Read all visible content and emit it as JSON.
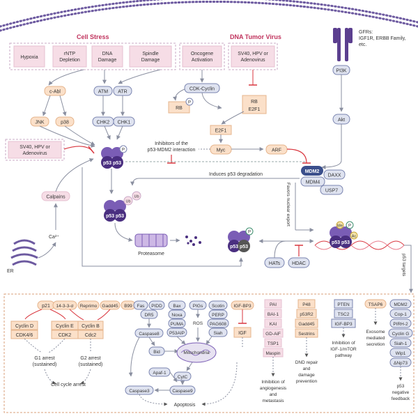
{
  "colors": {
    "purple": "#5b3f8f",
    "blue_node": "#dfe3f0",
    "orange_node": "#fbe0c9",
    "pink_node": "#f7dbe5",
    "red": "#d9363e",
    "gray_line": "#8a8fa0"
  },
  "headers": {
    "cell_stress": "Cell Stress",
    "dna_tumor_virus": "DNA Tumor Virus"
  },
  "gfr": {
    "line1": "GFRs:",
    "line2": "IGF1R, ERBB Family,",
    "line3": "etc."
  },
  "stress": {
    "hypoxia": "Hypoxia",
    "rntp1": "rNTP",
    "rntp2": "Depletion",
    "dna1": "DNA",
    "dna2": "Damage",
    "spindle1": "Spindle",
    "spindle2": "Damage",
    "oncogene1": "Oncogene",
    "oncogene2": "Activation",
    "sv40_1": "SV40, HPV or",
    "sv40_2": "Adenovirus"
  },
  "nodes": {
    "pi3k": "PI3K",
    "akt": "Akt",
    "cabl": "c-Abl",
    "jnk": "JNK",
    "p38": "p38",
    "atm": "ATM",
    "atr": "ATR",
    "chk2": "CHK2",
    "chk1": "CHK1",
    "cdk_cyclin": "CDK-Cyclin",
    "rb": "RB",
    "rb2": "RB",
    "e2f1": "E2F1",
    "e2f1b": "E2F1",
    "myc": "Myc",
    "arf": "ARF",
    "p": "P",
    "sv40b_1": "SV40, HPV or",
    "sv40b_2": "Adenovirus",
    "inhib1": "Inhibitors of the",
    "inhib2": "p53-MDM2 interaction",
    "p53": "p53",
    "mdm2": "MDM2",
    "daxx": "DAXX",
    "mdm4": "MDM4",
    "usp7": "USP7",
    "induces": "Induces p53 degradation",
    "favors": "Favors nuclear export",
    "ub": "Ub",
    "proteasome": "Proteasome",
    "calpains": "Calpains",
    "ca": "Ca²⁺",
    "er": "ER",
    "hats": "HATs",
    "hdac": "HDAC",
    "me": "Me",
    "ac": "Ac",
    "targets": "p53 targets"
  },
  "targets": {
    "col1": {
      "p21": "p21",
      "cycd": "Cyclin D",
      "cdk46": "CDK4/6",
      "cyce": "Cyclin E",
      "cdk2": "CDK2",
      "g1a": "G1 arrest",
      "g1b": "(sustained)"
    },
    "col2": {
      "g14": "14-3-3-σ",
      "reprimo": "Reprimo",
      "gadd45": "Gadd45",
      "b99": "B99",
      "cycb": "Cyclin B",
      "cdc2": "Cdc2",
      "g2a": "G2 arrest",
      "g2b": "(sustained)",
      "arrest": "Cell cycle arrest"
    },
    "apop": {
      "fas": "Fas",
      "pidd": "PIDD",
      "dr5": "DR5",
      "bax": "Bax",
      "noxa": "Noxa",
      "puma": "PUMA",
      "p53aip": "P53AIP",
      "pigs": "PIGs",
      "ros": "ROS",
      "scotin": "Scotin",
      "perp": "PERP",
      "pag608": "PAG608",
      "siah": "Siah",
      "casp8": "Caspase8",
      "bid": "Bid",
      "mito": "Mitochondria",
      "apaf": "Apaf-1",
      "cytc": "CytC",
      "casp9": "Caspase9",
      "casp3": "Caspase3",
      "apoptosis": "Apoptosis"
    },
    "igf": {
      "igfbp3": "IGF-BP3",
      "igf": "IGF"
    },
    "ang": {
      "pai": "PAI",
      "bai1": "BAI-1",
      "kai": "KAI",
      "gdaif": "GD-AiF",
      "tsp1": "TSP1",
      "maspin": "Maspin",
      "l1": "Inhibition of",
      "l2": "angiogenesis",
      "l3": "and",
      "l4": "metastasis"
    },
    "dna": {
      "p48": "P48",
      "p53r2": "p53R2",
      "gadd45": "Gadd45",
      "sestrins": "Sestrins",
      "l1": "DND repair",
      "l2": "and",
      "l3": "damage",
      "l4": "prevention"
    },
    "mtor": {
      "pten": "PTEN",
      "tsc2": "TSC2",
      "igfbp3": "IGF-BP3",
      "l1": "Inhibition of",
      "l2": "IGF-1/mTOR",
      "l3": "pathway"
    },
    "exo": {
      "tsap6": "TSAP6",
      "l1": "Exosome",
      "l2": "mediated",
      "l3": "secretion"
    },
    "fb": {
      "mdm2": "MDM2",
      "cop1": "Cop-1",
      "pirh2": "PIRH-2",
      "cycg": "Cyclin G",
      "siah1": "Siah-1",
      "wip1": "Wip1",
      "dnp73": "ΔNp73",
      "l1": "p53",
      "l2": "negative",
      "l3": "feedback"
    }
  }
}
